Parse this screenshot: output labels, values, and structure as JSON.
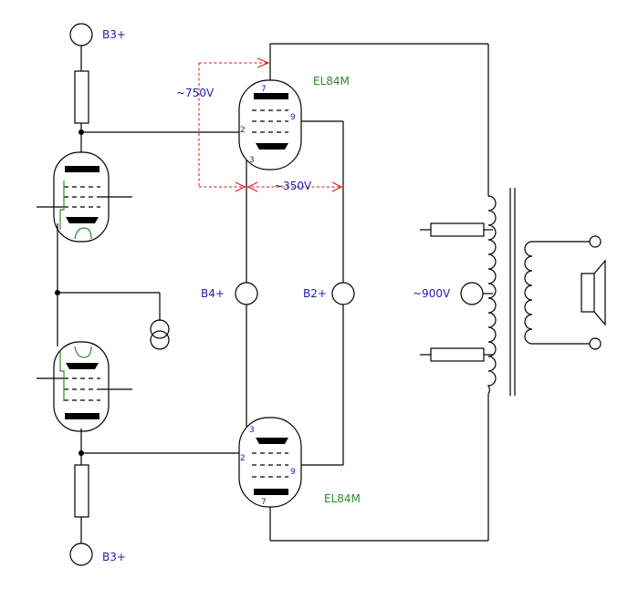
{
  "supply_labels": {
    "b3_top": "B3+",
    "b3_bottom": "B3+",
    "b4": "B4+",
    "b2": "B2+"
  },
  "tube_labels": {
    "upper": "EL84M",
    "lower": "EL84M"
  },
  "pin_labels": {
    "upper_plate": "7",
    "upper_g1": "2",
    "upper_g2": "9",
    "upper_cathode": "3",
    "lower_cathode": "3",
    "lower_g1": "2",
    "lower_g2": "9",
    "lower_plate": "7"
  },
  "voltage_labels": {
    "v750": "~750V",
    "v350": "~350V",
    "v900": "~900V"
  },
  "colors": {
    "wire": "#000000",
    "label_blue": "#1c1cb4",
    "heater_green": "#2a8a2a",
    "measure_red": "#e01010"
  }
}
